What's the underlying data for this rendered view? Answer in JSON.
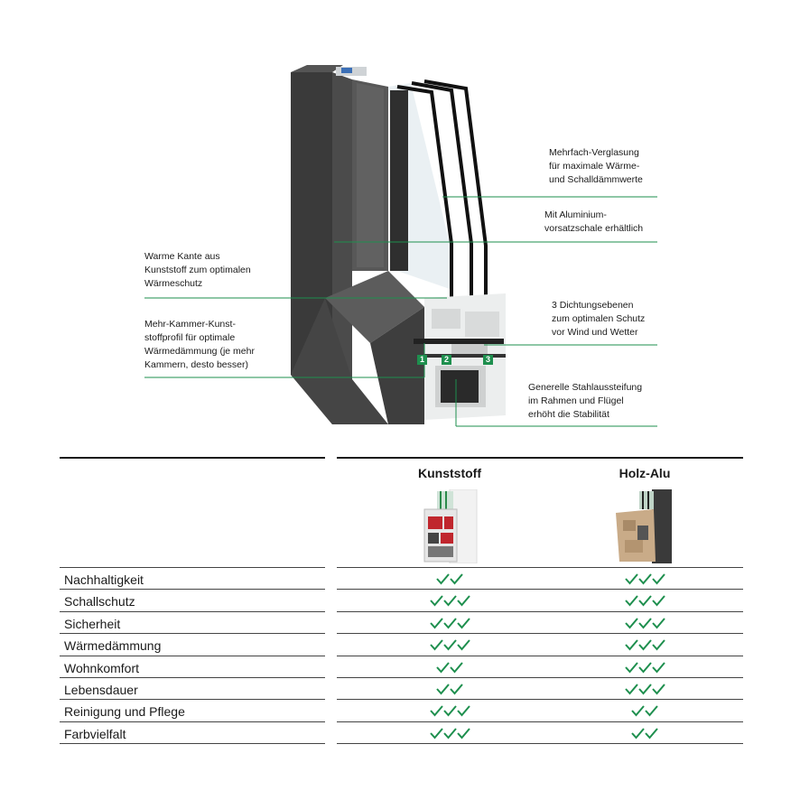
{
  "diagram": {
    "callouts": [
      {
        "id": "verglasung",
        "lines": [
          "Mehrfach-Verglasung",
          "für maximale Wärme-",
          "und Schalldämmwerte"
        ]
      },
      {
        "id": "aluminium",
        "lines": [
          "Mit Aluminium-",
          "vorsatzschale erhältlich"
        ]
      },
      {
        "id": "warme-kante",
        "lines": [
          "Warme Kante aus",
          "Kunststoff zum optimalen",
          "Wärmeschutz"
        ]
      },
      {
        "id": "dichtung",
        "lines": [
          "3 Dichtungsebenen",
          "zum optimalen Schutz",
          "vor Wind und Wetter"
        ]
      },
      {
        "id": "mehrkammer",
        "lines": [
          "Mehr-Kammer-Kunst-",
          "stoffprofil für optimale",
          "Wärmedämmung (je mehr",
          "Kammern, desto besser)"
        ]
      },
      {
        "id": "stahl",
        "lines": [
          "Generelle Stahlaussteifung",
          "im Rahmen und Flügel",
          "erhöht die Stabilität"
        ]
      }
    ],
    "markers": [
      "1",
      "2",
      "3"
    ],
    "accent_color": "#1e8f4e"
  },
  "comparison": {
    "columns": [
      {
        "title": "Kunststoff"
      },
      {
        "title": "Holz-Alu"
      }
    ],
    "rows": [
      {
        "label": "Nachhaltigkeit",
        "scores": [
          2,
          3
        ]
      },
      {
        "label": "Schallschutz",
        "scores": [
          3,
          3
        ]
      },
      {
        "label": "Sicherheit",
        "scores": [
          3,
          3
        ]
      },
      {
        "label": "Wärmedämmung",
        "scores": [
          3,
          3
        ]
      },
      {
        "label": "Wohnkomfort",
        "scores": [
          2,
          3
        ]
      },
      {
        "label": "Lebensdauer",
        "scores": [
          2,
          3
        ]
      },
      {
        "label": "Reinigung und Pflege",
        "scores": [
          3,
          2
        ]
      },
      {
        "label": "Farbvielfalt",
        "scores": [
          3,
          2
        ]
      }
    ],
    "check_color": "#1e8f4e"
  }
}
